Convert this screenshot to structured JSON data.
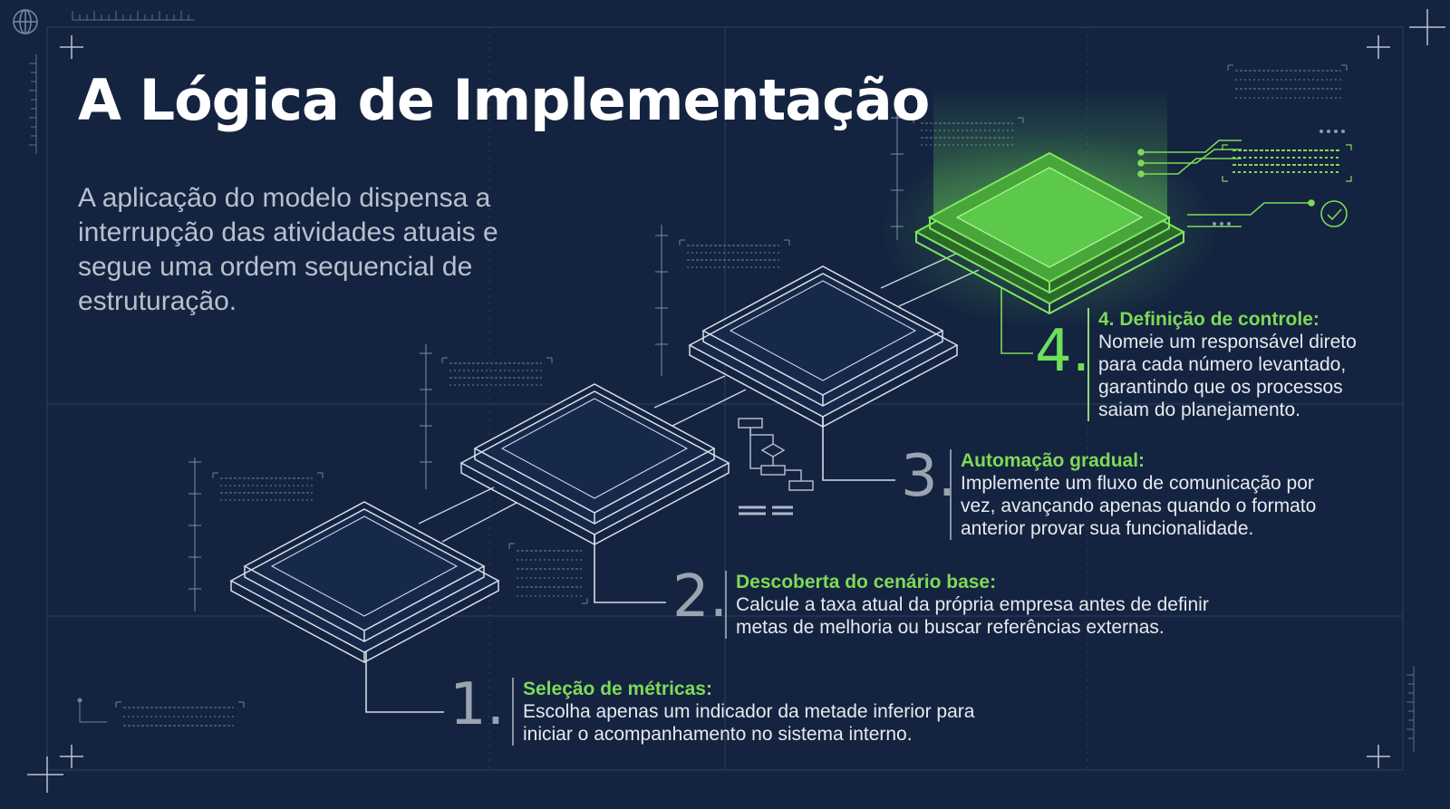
{
  "title": "A Lógica de Implementação",
  "intro": "A aplicação do modelo dispensa a interrupção das atividades atuais e segue uma ordem sequencial de estruturação.",
  "steps": [
    {
      "number": "1.",
      "title": "Seleção de métricas:",
      "body": "Escolha apenas um indicador da metade inferior para iniciar o acompanhamento no sistema interno."
    },
    {
      "number": "2.",
      "title": "Descoberta do cenário base:",
      "body": "Calcule a taxa atual da própria empresa antes de definir metas de melhoria ou buscar referências externas."
    },
    {
      "number": "3.",
      "title": "Automação gradual:",
      "body": "Implemente um fluxo de comunicação por vez, avançando apenas quando o formato anterior provar sua funcionalidade."
    },
    {
      "number": "4.",
      "title": "4. Definição de controle:",
      "body": "Nomeie um responsável direto para cada número levantado, garantindo que os processos saiam do planejamento."
    }
  ],
  "colors": {
    "background": "#142340",
    "accent": "#7ed957",
    "line": "#c9d2df"
  }
}
